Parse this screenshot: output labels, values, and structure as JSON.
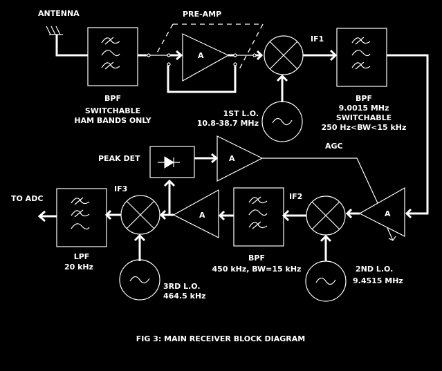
{
  "colors": {
    "background": "#000000",
    "foreground": "#ffffff"
  },
  "labels": {
    "antenna": "ANTENNA",
    "preamp": "PRE-AMP",
    "if1": "IF1",
    "if2": "IF2",
    "if3": "IF3",
    "agc": "AGC",
    "peak_det": "PEAK DET",
    "to_adc": "TO ADC",
    "amp_symbol": "A"
  },
  "blocks": {
    "bpf1": {
      "lines": [
        "BPF",
        "SWITCHABLE",
        "HAM BANDS ONLY"
      ]
    },
    "bpf2": {
      "lines": [
        "BPF",
        "9.0015 MHz",
        "SWITCHABLE",
        "250 Hz<BW<15 kHz"
      ]
    },
    "bpf3": {
      "lines": [
        "BPF",
        "450 kHz, BW=15 kHz"
      ]
    },
    "lpf": {
      "lines": [
        "LPF",
        "20 kHz"
      ]
    },
    "lo1": {
      "lines": [
        "1ST L.O.",
        "10.8-38.7 MHz"
      ]
    },
    "lo2": {
      "lines": [
        "2ND L.O.",
        "9.4515 MHz"
      ]
    },
    "lo3": {
      "lines": [
        "3RD L.O.",
        "464.5 kHz"
      ]
    }
  },
  "caption": "FIG 3: MAIN RECEIVER BLOCK DIAGRAM"
}
